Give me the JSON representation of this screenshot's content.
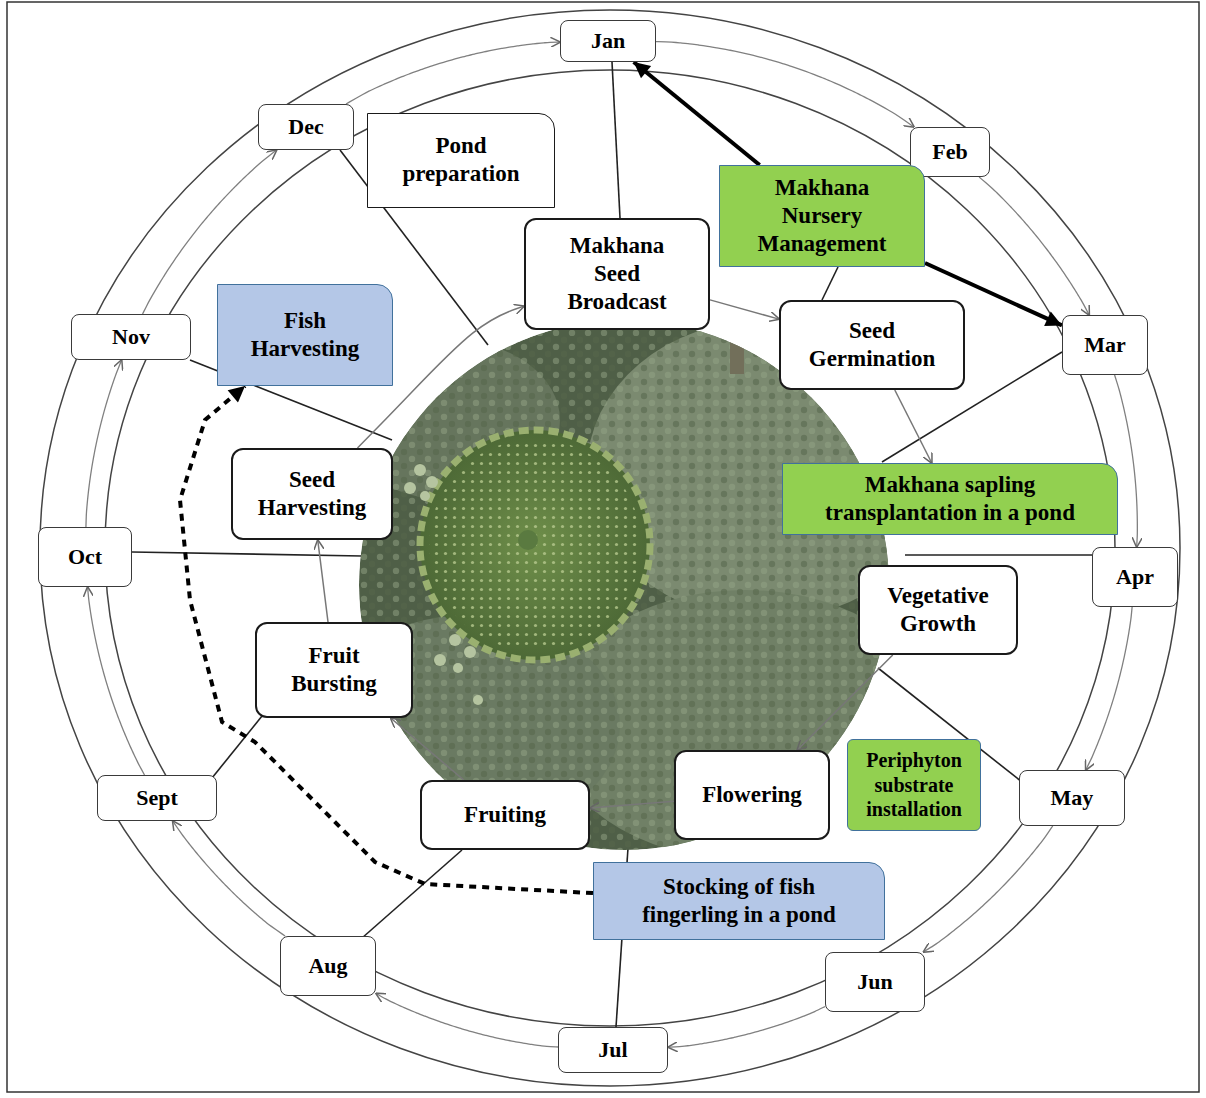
{
  "diagram": {
    "nodes": [
      {
        "text": [
          "Jan"
        ]
      },
      {
        "text": [
          "Feb"
        ]
      },
      {
        "text": [
          "Mar"
        ]
      },
      {
        "text": [
          "Apr"
        ]
      },
      {
        "text": [
          "May"
        ]
      },
      {
        "text": [
          "Jun"
        ]
      },
      {
        "text": [
          "Jul"
        ]
      },
      {
        "text": [
          "Aug"
        ]
      },
      {
        "text": [
          "Sept"
        ]
      },
      {
        "text": [
          "Oct"
        ]
      },
      {
        "text": [
          "Nov"
        ]
      },
      {
        "text": [
          "Dec"
        ]
      },
      {
        "text": [
          "Pond preparation"
        ]
      },
      {
        "text": [
          "Makhana Seed Broadcast"
        ]
      },
      {
        "text": [
          "Makhana Nursery Management"
        ]
      },
      {
        "text": [
          "Seed Germination"
        ]
      },
      {
        "text": [
          "Makhana sapling transplantation in a pond"
        ]
      },
      {
        "text": [
          "Vegetative Growth"
        ]
      },
      {
        "text": [
          "Periphyton substrate installation"
        ]
      },
      {
        "text": [
          "Flowering"
        ]
      },
      {
        "text": [
          "Stocking of fish fingerling in a pond"
        ]
      },
      {
        "text": [
          "Fruiting"
        ]
      },
      {
        "text": [
          "Fruit Bursting"
        ]
      },
      {
        "text": [
          "Seed Harvesting"
        ]
      },
      {
        "text": [
          "Fish Harvesting"
        ]
      }
    ],
    "edges": [
      {
        "from": 0,
        "to": 1,
        "arrow": "to"
      },
      {
        "from": 1,
        "to": 2,
        "arrow": "to"
      },
      {
        "from": 2,
        "to": 3,
        "arrow": "to"
      },
      {
        "from": 3,
        "to": 4,
        "arrow": "to"
      },
      {
        "from": 4,
        "to": 5,
        "arrow": "to"
      },
      {
        "from": 5,
        "to": 6,
        "arrow": "to"
      },
      {
        "from": 6,
        "to": 7,
        "arrow": "to"
      },
      {
        "from": 7,
        "to": 8,
        "arrow": "to"
      },
      {
        "from": 8,
        "to": 9,
        "arrow": "to"
      },
      {
        "from": 9,
        "to": 10,
        "arrow": "to"
      },
      {
        "from": 10,
        "to": 11,
        "arrow": "to"
      },
      {
        "from": 11,
        "to": 0,
        "arrow": "to"
      },
      {
        "from": 13,
        "to": 15,
        "arrow": "to"
      },
      {
        "from": 15,
        "to": 16,
        "arrow": "to"
      },
      {
        "from": 17,
        "to": 19,
        "arrow": "to"
      },
      {
        "from": 19,
        "to": 21,
        "arrow": "to"
      },
      {
        "from": 21,
        "to": 22,
        "arrow": "to"
      },
      {
        "from": 22,
        "to": 23,
        "arrow": "to"
      },
      {
        "from": 23,
        "to": 13,
        "arrow": "to"
      },
      {
        "from": 14,
        "to": 0,
        "arrow": "to"
      },
      {
        "from": 14,
        "to": 2,
        "arrow": "to"
      },
      {
        "from": 20,
        "to": 24,
        "arrow": "to"
      }
    ]
  }
}
